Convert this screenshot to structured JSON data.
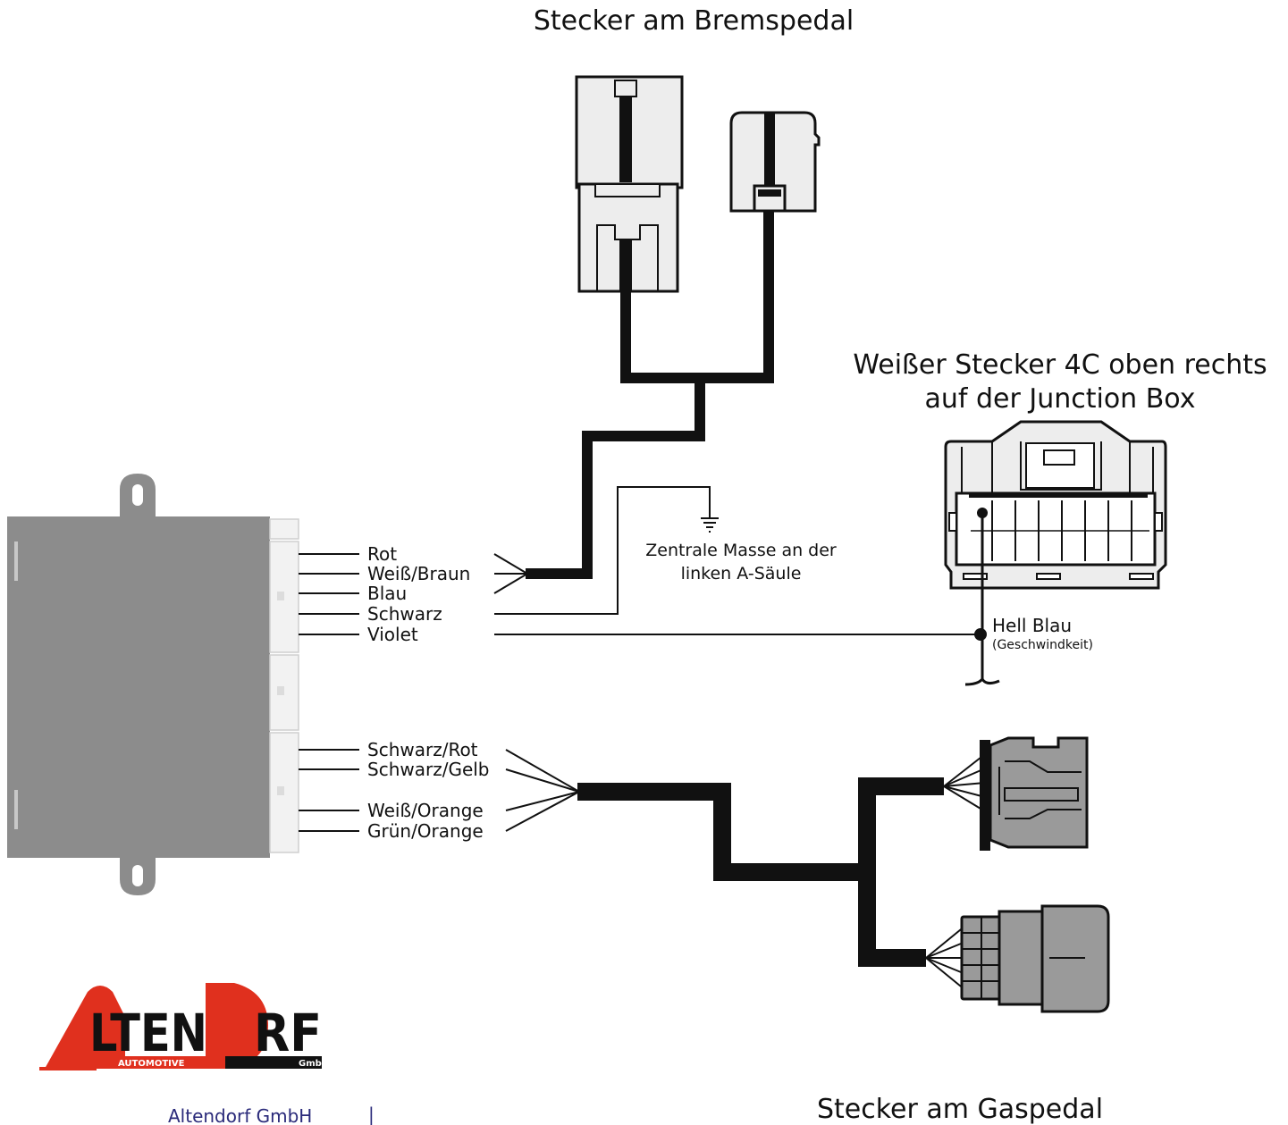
{
  "titles": {
    "brake_connector": "Stecker am Bremspedal",
    "junction_line1": "Weißer Stecker 4C oben rechts",
    "junction_line2": "auf der Junction Box",
    "gas_connector": "Stecker am Gaspedal"
  },
  "wires_top": [
    "Rot",
    "Weiß/Braun",
    "Blau",
    "Schwarz",
    "Violet"
  ],
  "wires_bottom": [
    "Schwarz/Rot",
    "Schwarz/Gelb",
    "Weiß/Orange",
    "Grün/Orange"
  ],
  "ground": {
    "line1": "Zentrale Masse an der",
    "line2": "linken A-Säule"
  },
  "speed_wire": {
    "label": "Hell Blau",
    "sublabel": "(Geschwindkeit)"
  },
  "logo": {
    "text_main": "LTEN",
    "text_end": "RF",
    "letter_a": "A",
    "sub_left": "AUTOMOTIVE",
    "sub_right": "GmbH"
  },
  "footer": {
    "company": "Altendorf GmbH",
    "separator": "|"
  },
  "colors": {
    "module": "#8c8c8c",
    "connector_light": "#ededed",
    "connector_gray": "#9a9a9a",
    "logo_red": "#e0301e",
    "footer_text": "#2a2a7a"
  }
}
